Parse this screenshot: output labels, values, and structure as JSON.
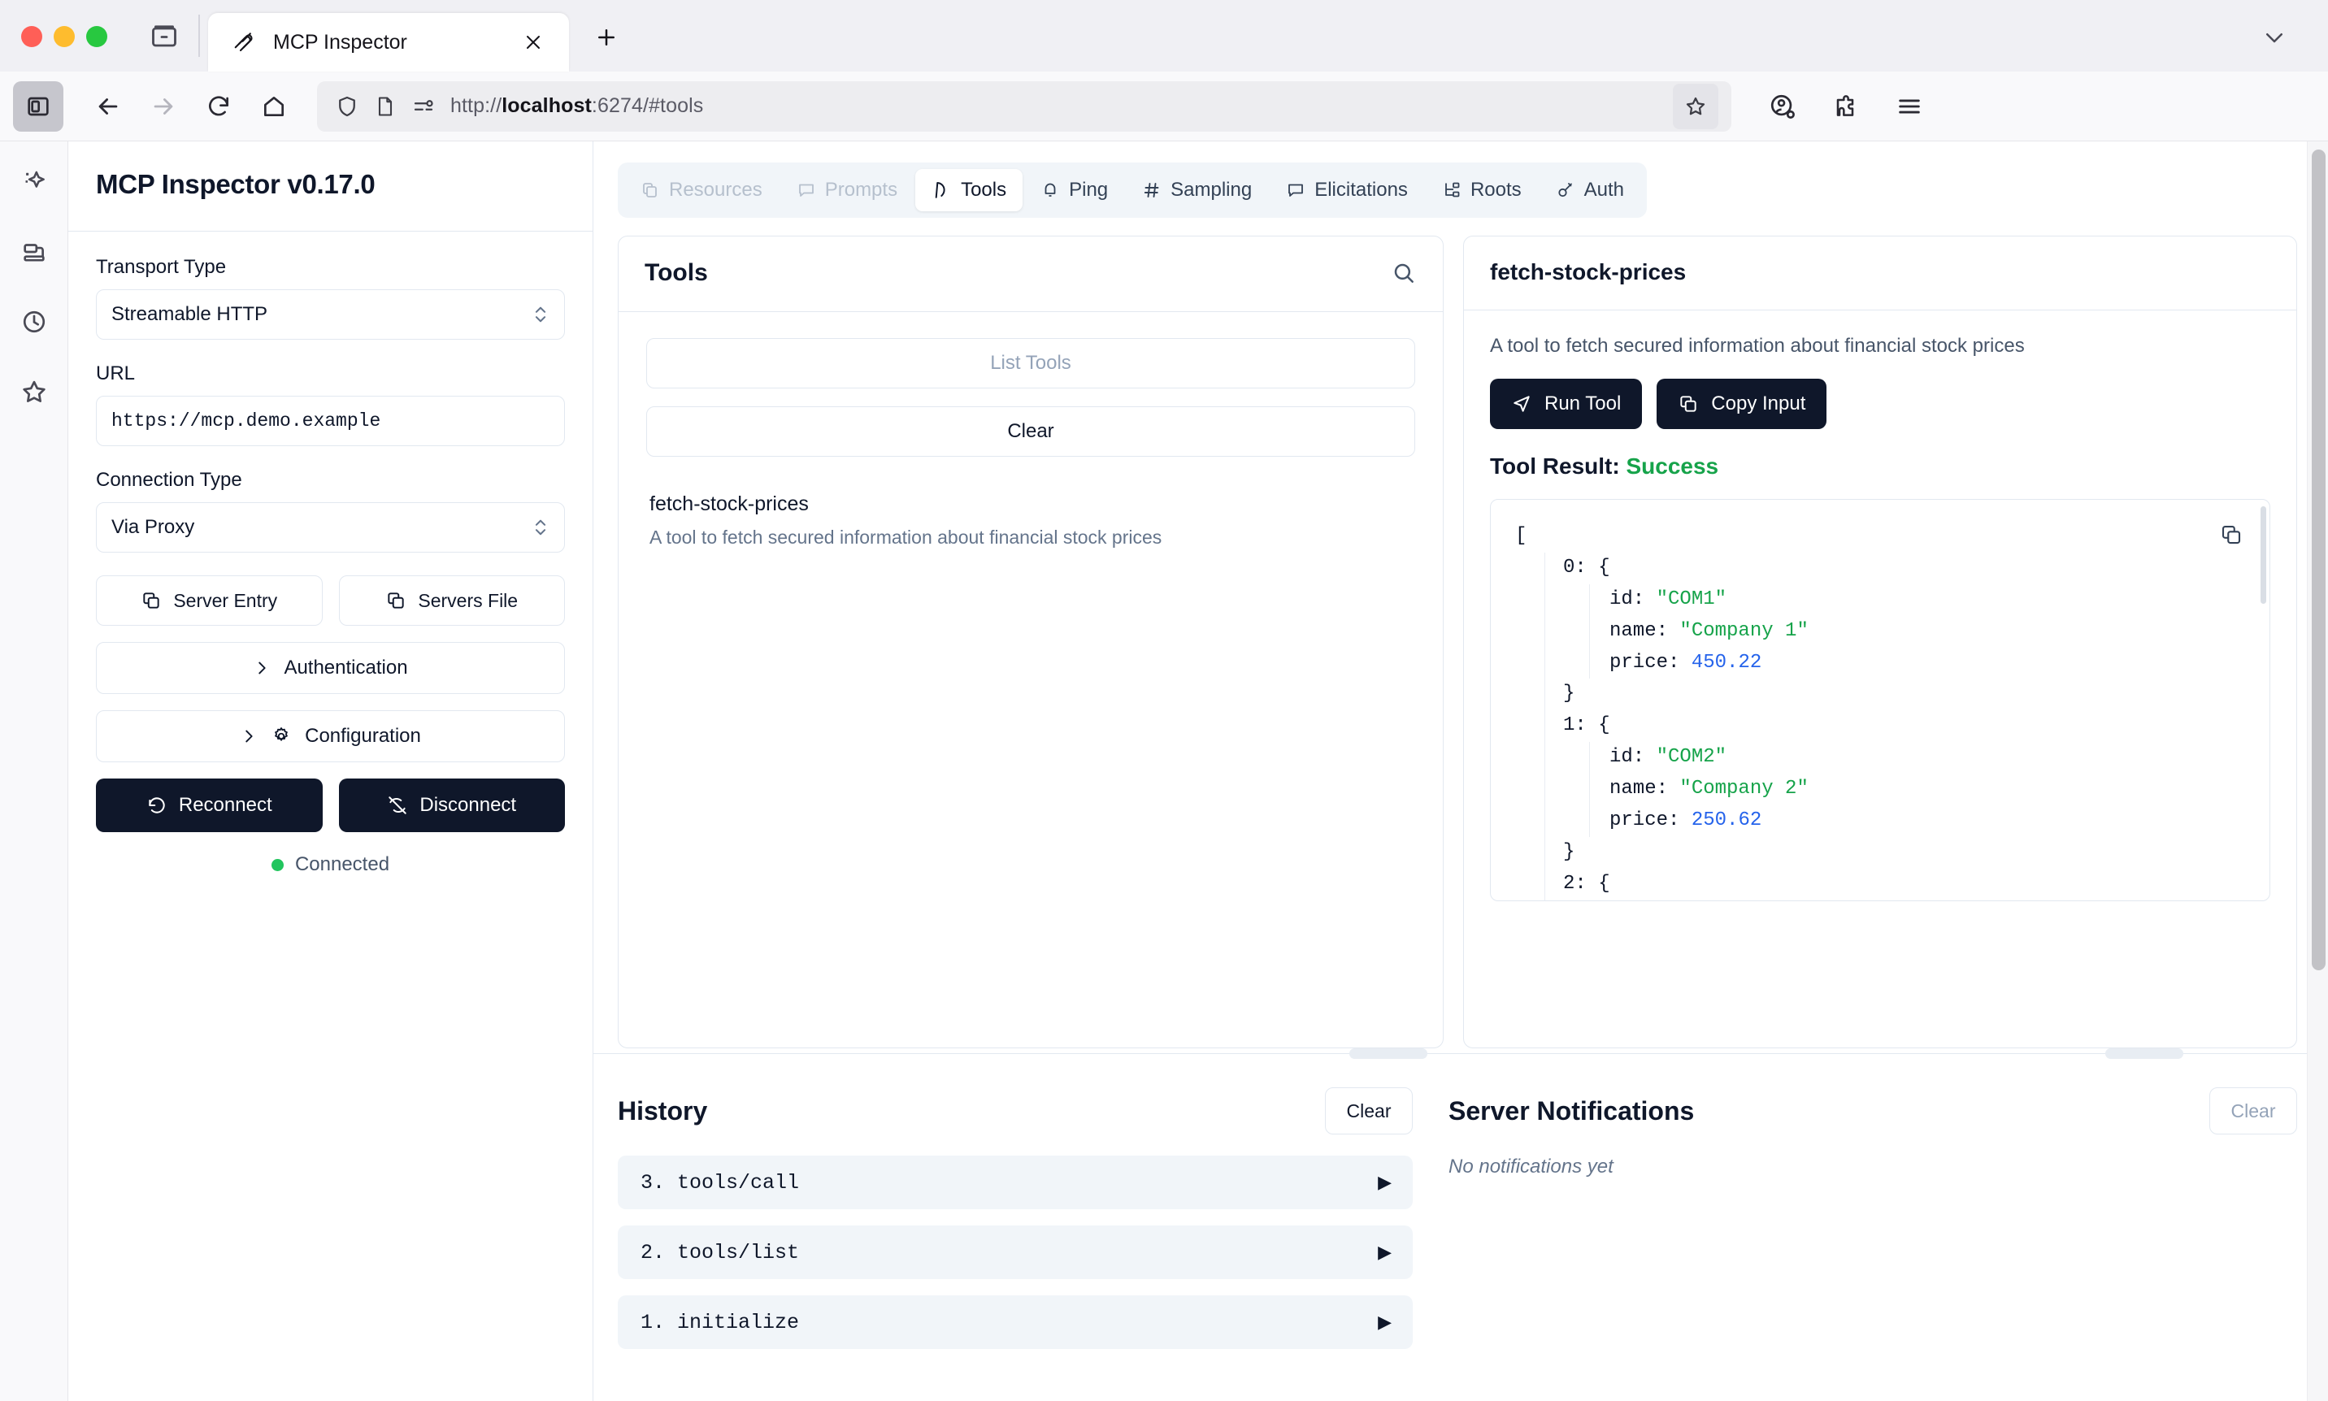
{
  "browser": {
    "tab": {
      "title": "MCP Inspector",
      "favicon_icon": "mcp-logo-icon",
      "close_icon": "close-icon"
    },
    "new_tab_icon": "plus-icon",
    "list_all_tabs_icon": "chevron-down-icon",
    "tabstrip_icon": "firefox-view-icon",
    "nav": {
      "sidebar_toggle_icon": "sidebar-panel-icon",
      "back_icon": "arrow-left-icon",
      "forward_icon": "arrow-right-icon",
      "reload_icon": "reload-icon",
      "home_icon": "home-icon",
      "shield_icon": "shield-icon",
      "page_icon": "page-document-icon",
      "permissions_icon": "settings-sliders-icon",
      "bookmark_star_icon": "star-outline-icon",
      "account_icon": "account-circle-icon",
      "extensions_icon": "puzzle-piece-icon",
      "menu_icon": "hamburger-menu-icon"
    },
    "url": {
      "scheme": "http://",
      "host": "localhost",
      "rest": ":6274/#tools"
    }
  },
  "ff_sidebar": {
    "items": [
      {
        "icon": "ai-sparkle-icon",
        "name": "ai-chatbot"
      },
      {
        "icon": "review-checker-icon",
        "name": "bookmarks-panel"
      },
      {
        "icon": "clock-history-icon",
        "name": "history"
      },
      {
        "icon": "star-bookmarks-icon",
        "name": "bookmarks"
      }
    ]
  },
  "sidebar": {
    "app_title": "MCP Inspector v0.17.0",
    "transport_label": "Transport Type",
    "transport_value": "Streamable HTTP",
    "url_label": "URL",
    "url_value": "https://mcp.demo.example",
    "connection_label": "Connection Type",
    "connection_value": "Via Proxy",
    "server_entry_label": "Server Entry",
    "servers_file_label": "Servers File",
    "authentication_label": "Authentication",
    "configuration_label": "Configuration",
    "reconnect_label": "Reconnect",
    "disconnect_label": "Disconnect",
    "status_label": "Connected",
    "status_color": "#22c55e"
  },
  "tabs": [
    {
      "label": "Resources",
      "icon": "resources-copy-icon",
      "state": "disabled"
    },
    {
      "label": "Prompts",
      "icon": "message-square-icon",
      "state": "disabled"
    },
    {
      "label": "Tools",
      "icon": "hammer-icon",
      "state": "active"
    },
    {
      "label": "Ping",
      "icon": "bell-icon",
      "state": "normal"
    },
    {
      "label": "Sampling",
      "icon": "hash-icon",
      "state": "normal"
    },
    {
      "label": "Elicitations",
      "icon": "message-square-icon",
      "state": "normal"
    },
    {
      "label": "Roots",
      "icon": "tree-structure-icon",
      "state": "normal"
    },
    {
      "label": "Auth",
      "icon": "key-icon",
      "state": "normal"
    }
  ],
  "tools_panel": {
    "title": "Tools",
    "search_icon": "search-icon",
    "list_tools_label": "List Tools",
    "clear_label": "Clear",
    "tools": [
      {
        "name": "fetch-stock-prices",
        "description": "A tool to fetch secured information about financial stock prices"
      }
    ]
  },
  "detail_panel": {
    "title": "fetch-stock-prices",
    "description": "A tool to fetch secured information about financial stock prices",
    "run_label": "Run Tool",
    "run_icon": "send-icon",
    "copy_label": "Copy Input",
    "copy_icon": "copy-icon",
    "result_prefix": "Tool Result:",
    "result_status": "Success",
    "result_status_color": "#16a34a",
    "copy_result_icon": "copy-icon"
  },
  "tool_result": {
    "open_bracket": "[",
    "items": [
      {
        "index": "0:",
        "brace_open": "{",
        "brace_close": "}",
        "fields": [
          {
            "key": "id:",
            "value": "\"COM1\"",
            "type": "string"
          },
          {
            "key": "name:",
            "value": "\"Company 1\"",
            "type": "string"
          },
          {
            "key": "price:",
            "value": "450.22",
            "type": "number"
          }
        ]
      },
      {
        "index": "1:",
        "brace_open": "{",
        "brace_close": "}",
        "fields": [
          {
            "key": "id:",
            "value": "\"COM2\"",
            "type": "string"
          },
          {
            "key": "name:",
            "value": "\"Company 2\"",
            "type": "string"
          },
          {
            "key": "price:",
            "value": "250.62",
            "type": "number"
          }
        ]
      }
    ],
    "truncated_next": "2: {"
  },
  "history": {
    "title": "History",
    "clear_label": "Clear",
    "entries": [
      {
        "label": "3. tools/call",
        "caret": "▶"
      },
      {
        "label": "2. tools/list",
        "caret": "▶"
      },
      {
        "label": "1. initialize",
        "caret": "▶"
      }
    ]
  },
  "notifications": {
    "title": "Server Notifications",
    "clear_label": "Clear",
    "empty_text": "No notifications yet"
  }
}
